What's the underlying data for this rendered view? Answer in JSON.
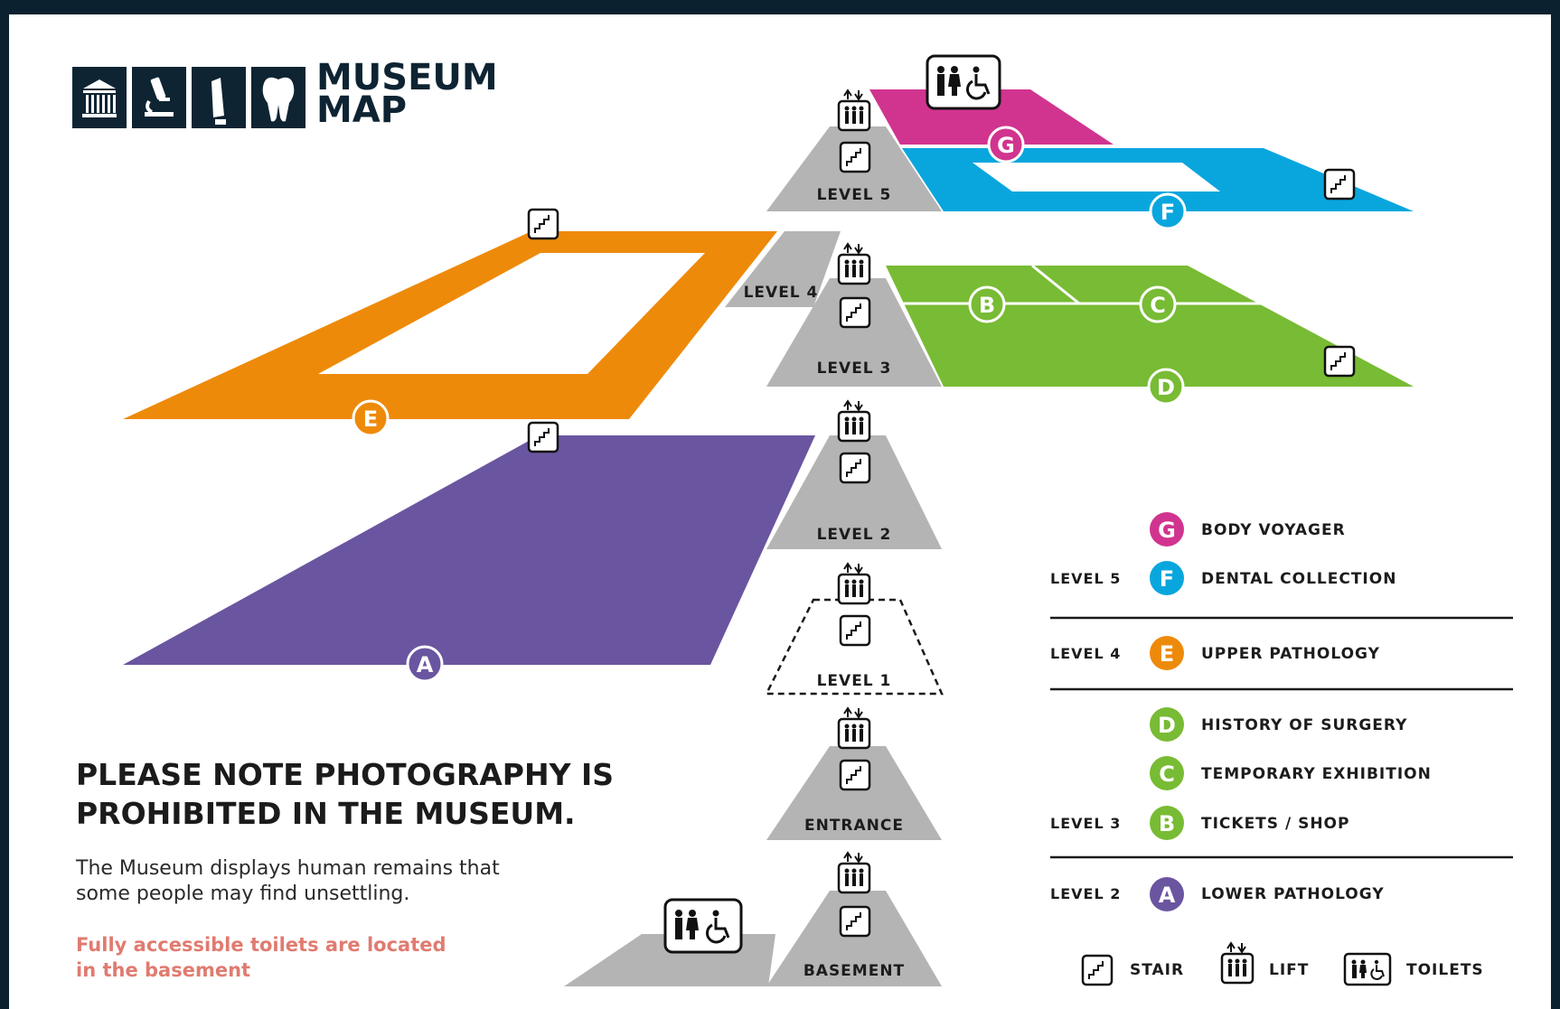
{
  "header": {
    "title_line1": "MUSEUM",
    "title_line2": "MAP",
    "logo_icons": [
      "building-icon",
      "microscope-icon",
      "saw-icon",
      "tooth-icon"
    ]
  },
  "floors": [
    {
      "id": "level5",
      "label": "LEVEL 5"
    },
    {
      "id": "level4",
      "label": "LEVEL 4"
    },
    {
      "id": "level3",
      "label": "LEVEL 3"
    },
    {
      "id": "level2",
      "label": "LEVEL 2"
    },
    {
      "id": "level1",
      "label": "LEVEL 1"
    },
    {
      "id": "entrance",
      "label": "ENTRANCE"
    },
    {
      "id": "basement",
      "label": "BASEMENT"
    }
  ],
  "zones": [
    {
      "letter": "G",
      "name": "BODY VOYAGER",
      "level": "LEVEL 5",
      "color": "#d1348f"
    },
    {
      "letter": "F",
      "name": "DENTAL COLLECTION",
      "level": "LEVEL 5",
      "color": "#09a6de"
    },
    {
      "letter": "E",
      "name": "UPPER PATHOLOGY",
      "level": "LEVEL 4",
      "color": "#ee8a0a"
    },
    {
      "letter": "D",
      "name": "HISTORY OF SURGERY",
      "level": "LEVEL 3",
      "color": "#78bb34"
    },
    {
      "letter": "C",
      "name": "TEMPORARY EXHIBITION",
      "level": "LEVEL 3",
      "color": "#78bb34"
    },
    {
      "letter": "B",
      "name": "TICKETS / SHOP",
      "level": "LEVEL 3",
      "color": "#78bb34"
    },
    {
      "letter": "A",
      "name": "LOWER PATHOLOGY",
      "level": "LEVEL 2",
      "color": "#6a55a0"
    }
  ],
  "legend": {
    "level5": "LEVEL 5",
    "level4": "LEVEL 4",
    "level3": "LEVEL 3",
    "level2": "LEVEL 2"
  },
  "key": {
    "stair": "STAIR",
    "lift": "LIFT",
    "toilets": "TOILETS"
  },
  "notes": {
    "heading": "PLEASE NOTE PHOTOGRAPHY IS PROHIBITED IN THE MUSEUM.",
    "body": "The Museum displays human remains that some people may find unsettling.",
    "accessible": "Fully accessible toilets are located in the basement"
  },
  "colors": {
    "background": "#0b2130",
    "core_grey": "#b4b4b4",
    "accent_note": "#e07b70"
  }
}
